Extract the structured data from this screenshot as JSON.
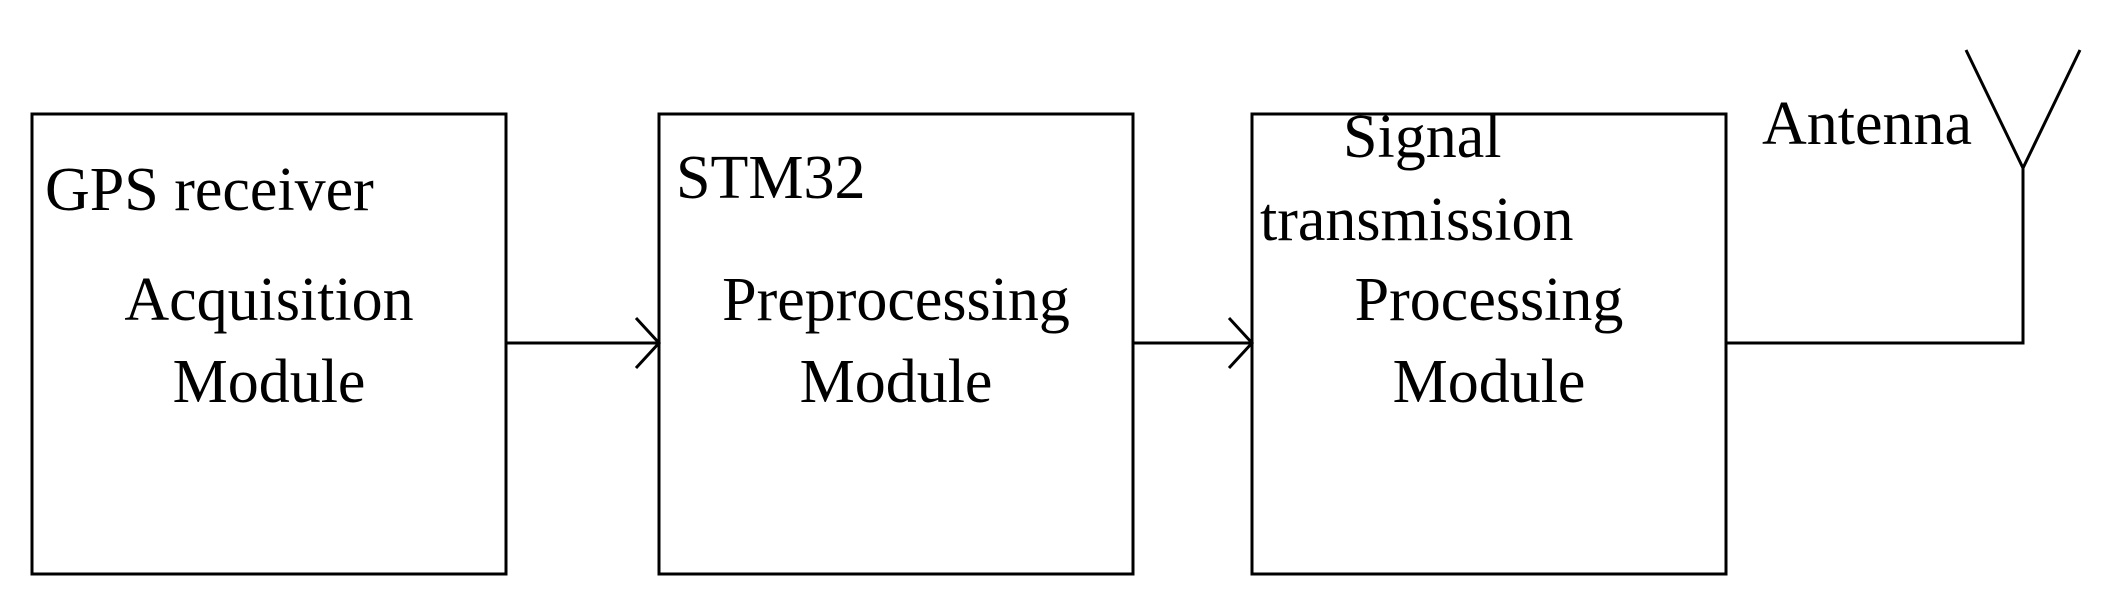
{
  "blocks": [
    {
      "top_label": "GPS receiver",
      "module_line1": "Acquisition",
      "module_line2": "Module"
    },
    {
      "top_label": "STM32",
      "module_line1": "Preprocessing",
      "module_line2": "Module"
    },
    {
      "top_label_line1": "Signal",
      "top_label_line2": "transmission",
      "module_line1": "Processing",
      "module_line2": "Module"
    }
  ],
  "antenna_label": "Antenna",
  "colors": {
    "stroke": "#000000",
    "background": "#ffffff"
  }
}
